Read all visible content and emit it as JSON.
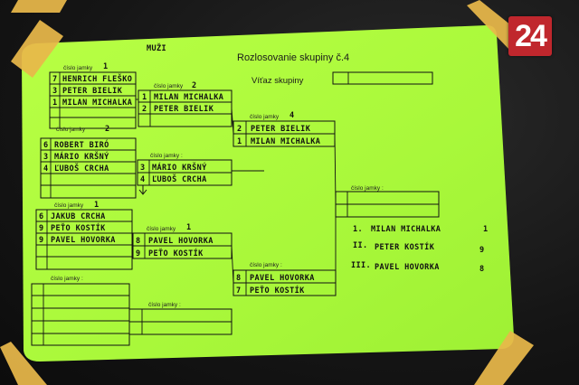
{
  "sheet": {
    "category": "MUŽI",
    "title": "Rozlosovanie skupiny č.4",
    "winner_label": "Víťaz skupiny",
    "pit_label": "číslo jamky :",
    "pit_label_short": "číslo jamky"
  },
  "round1": [
    {
      "pit": "1",
      "players": [
        {
          "seed": "7",
          "name": "HENRICH FLEŠKO"
        },
        {
          "seed": "3",
          "name": "PETER BIELIK"
        },
        {
          "seed": "1",
          "name": "MILAN MICHALKA"
        }
      ]
    },
    {
      "pit": "2",
      "players": [
        {
          "seed": "6",
          "name": "ROBERT BIRÓ"
        },
        {
          "seed": "3",
          "name": "MÁRIO KRŠNÝ"
        },
        {
          "seed": "4",
          "name": "ĽUBOŠ CRCHA"
        }
      ]
    },
    {
      "pit": "1",
      "players": [
        {
          "seed": "6",
          "name": "JAKUB CRCHA"
        },
        {
          "seed": "9",
          "name": "PEŤO KOSTÍK"
        },
        {
          "seed": "9",
          "name": "PAVEL HOVORKA"
        }
      ]
    }
  ],
  "round2": [
    {
      "pit": "2",
      "players": [
        {
          "seed": "1",
          "name": "MILAN MICHALKA"
        },
        {
          "seed": "2",
          "name": "PETER BIELIK"
        }
      ]
    },
    {
      "pit": "",
      "players": [
        {
          "seed": "3",
          "name": "MÁRIO KRŠNÝ"
        },
        {
          "seed": "4",
          "name": "ĽUBOŠ CRCHA"
        }
      ]
    },
    {
      "pit": "1",
      "players": [
        {
          "seed": "8",
          "name": "PAVEL HOVORKA"
        },
        {
          "seed": "9",
          "name": "PEŤO KOSTÍK"
        }
      ]
    }
  ],
  "semis": [
    {
      "pit": "4",
      "players": [
        {
          "seed": "2",
          "name": "PETER BIELIK"
        },
        {
          "seed": "1",
          "name": "MILAN MICHALKA"
        }
      ]
    },
    {
      "pit": "",
      "players": [
        {
          "seed": "8",
          "name": "PAVEL HOVORKA"
        },
        {
          "seed": "7",
          "name": "PEŤO KOSTÍK"
        }
      ]
    }
  ],
  "results": [
    {
      "place": "1.",
      "name": "MILAN MICHALKA",
      "score": "1"
    },
    {
      "place": "II.",
      "name": "PETER KOSTÍK",
      "score": "9"
    },
    {
      "place": "III.",
      "name": "PAVEL HOVORKA",
      "score": "8"
    }
  ],
  "logo": {
    "text": "24"
  },
  "colors": {
    "paper": "#aefb3c",
    "tape": "#e8b84a",
    "logo": "#c0272d"
  }
}
